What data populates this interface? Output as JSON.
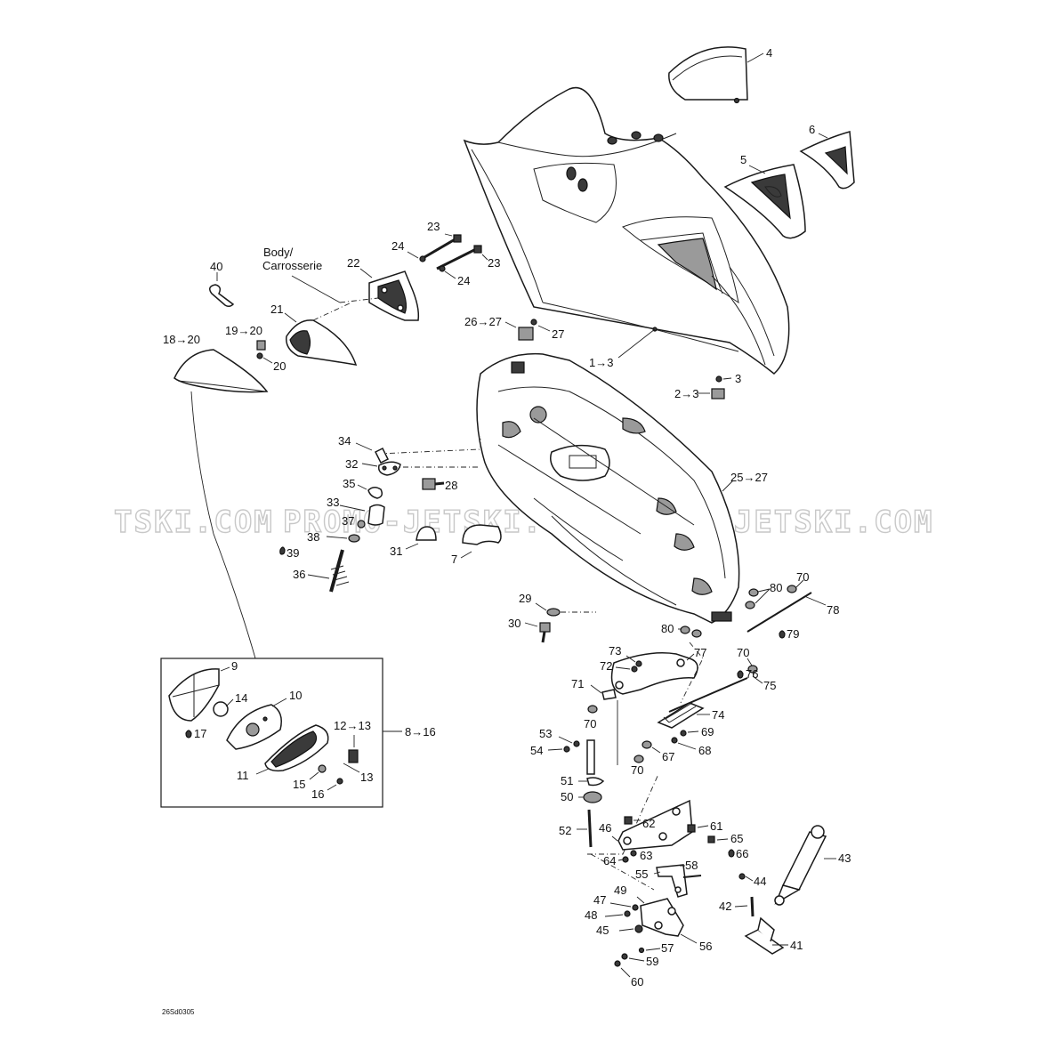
{
  "watermark": [
    "TSKI.COM",
    "PROMO-JETSKI.COM",
    "PROMO-JETSKI.COM"
  ],
  "drawing_code": "26Sd0305",
  "body_label": [
    "Body/",
    "Carrosserie"
  ],
  "callouts": {
    "c4": "4",
    "c6": "6",
    "c5": "5",
    "c1_3": "1→3",
    "c3": "3",
    "c2_3": "2→3",
    "c23a": "23",
    "c23b": "23",
    "c24a": "24",
    "c24b": "24",
    "c22": "22",
    "c40": "40",
    "c21": "21",
    "c19_20": "19→20",
    "c20": "20",
    "c18_20": "18→20",
    "c26_27": "26→27",
    "c27": "27",
    "c34": "34",
    "c32": "32",
    "c35": "35",
    "c28": "28",
    "c25_27": "25→27",
    "c33": "33",
    "c37": "37",
    "c38": "38",
    "c39": "39",
    "c36": "36",
    "c31": "31",
    "c7": "7",
    "c29": "29",
    "c30": "30",
    "c70a": "70",
    "c80a": "80",
    "c78": "78",
    "c80b": "80",
    "c79": "79",
    "c73": "73",
    "c72": "72",
    "c77": "77",
    "c70b": "70",
    "c71": "71",
    "c75": "75",
    "c70c": "70",
    "c76": "76",
    "c74": "74",
    "c69": "69",
    "c68": "68",
    "c67": "67",
    "c70d": "70",
    "c53": "53",
    "c54": "54",
    "c51": "51",
    "c50": "50",
    "c52": "52",
    "c46": "46",
    "c62": "62",
    "c61": "61",
    "c65": "65",
    "c63": "63",
    "c64": "64",
    "c66": "66",
    "c58": "58",
    "c55": "55",
    "c43": "43",
    "c44": "44",
    "c49": "49",
    "c47": "47",
    "c48": "48",
    "c42": "42",
    "c45": "45",
    "c56": "56",
    "c57": "57",
    "c59": "59",
    "c60": "60",
    "c41": "41",
    "c9": "9",
    "c14": "14",
    "c10": "10",
    "c17": "17",
    "c12_13": "12→13",
    "c8_16": "8→16",
    "c11": "11",
    "c13": "13",
    "c15": "15",
    "c16": "16"
  }
}
